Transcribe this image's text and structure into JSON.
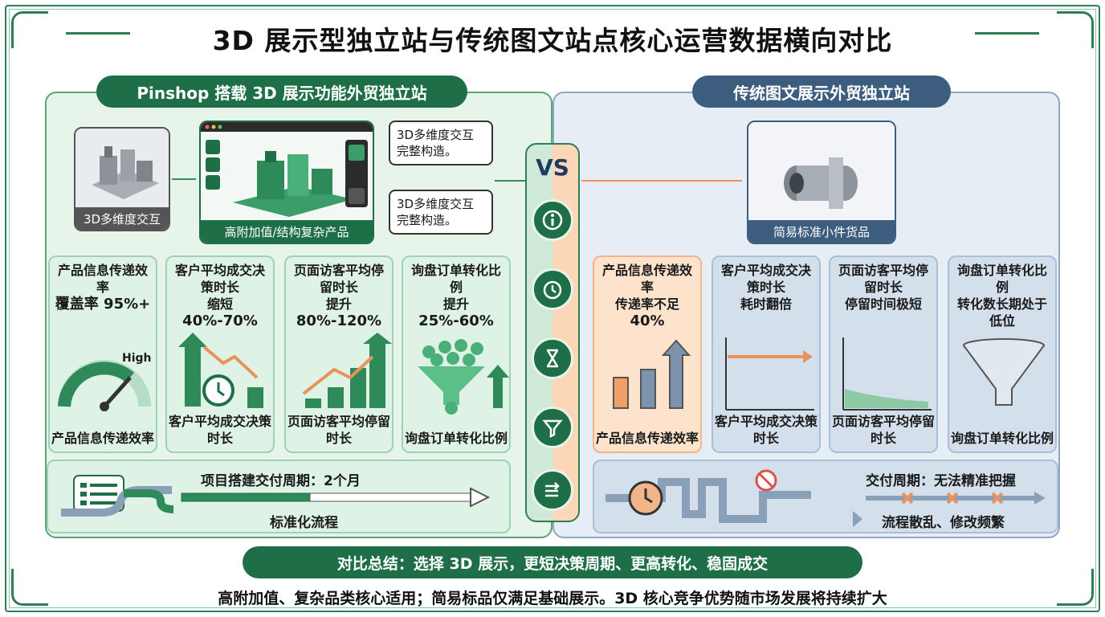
{
  "title": "3D 展示型独立站与传统图文站点核心运营数据横向对比",
  "left": {
    "header": "Pinshop 搭载 3D 展示功能外贸独立站",
    "model_caption": "3D多维度交互",
    "screen_caption": "高附加值/结构复杂产品",
    "note1": "3D多维度交互完整构造。",
    "note2": "3D多维度交互完整构造。",
    "metrics": [
      {
        "title": "产品信息传递效率",
        "value": "覆盖率 95%+",
        "extra": "High",
        "foot": "产品信息传递效率"
      },
      {
        "title": "客户平均成交决策时长",
        "sub": "缩短",
        "value": "40%-70%",
        "foot": "客户平均成交决策时长"
      },
      {
        "title": "页面访客平均停留时长",
        "sub": "提升",
        "value": "80%-120%",
        "foot": "页面访客平均停留时长"
      },
      {
        "title": "询盘订单转化比例",
        "sub": "提升",
        "value": "25%-60%",
        "foot": "询盘订单转化比例"
      }
    ],
    "flow_title": "项目搭建交付周期：2个月",
    "flow_sub": "标准化流程"
  },
  "right": {
    "header": "传统图文展示外贸独立站",
    "product_caption": "简易标准小件货品",
    "metrics": [
      {
        "title": "产品信息传递效率",
        "sub": "传递率不足",
        "value": "40%",
        "foot": "产品信息传递效率"
      },
      {
        "title": "客户平均成交决策时长",
        "sub": "耗时翻倍",
        "foot": "客户平均成交决策时长"
      },
      {
        "title": "页面访客平均停留时长",
        "sub": "停留时间极短",
        "foot": "页面访客平均停留时长"
      },
      {
        "title": "询盘订单转化比例",
        "sub": "转化数长期处于低位",
        "foot": "询盘订单转化比例"
      }
    ],
    "flow_title": "交付周期：无法精准把握",
    "flow_sub": "流程散乱、修改频繁"
  },
  "vs": "VS",
  "summary": "对比总结：选择 3D 展示，更短决策周期、更高转化、稳固成交",
  "bottom_line": "高附加值、复杂品类核心适用；简易标品仅满足基础展示。3D 核心竞争优势随市场发展将持续扩大",
  "colors": {
    "green_dark": "#1e6f47",
    "green_light": "#dff2e6",
    "orange_light": "#fde3cc",
    "blue_light": "#d4dfec",
    "blue_dark": "#3d5d7f"
  }
}
